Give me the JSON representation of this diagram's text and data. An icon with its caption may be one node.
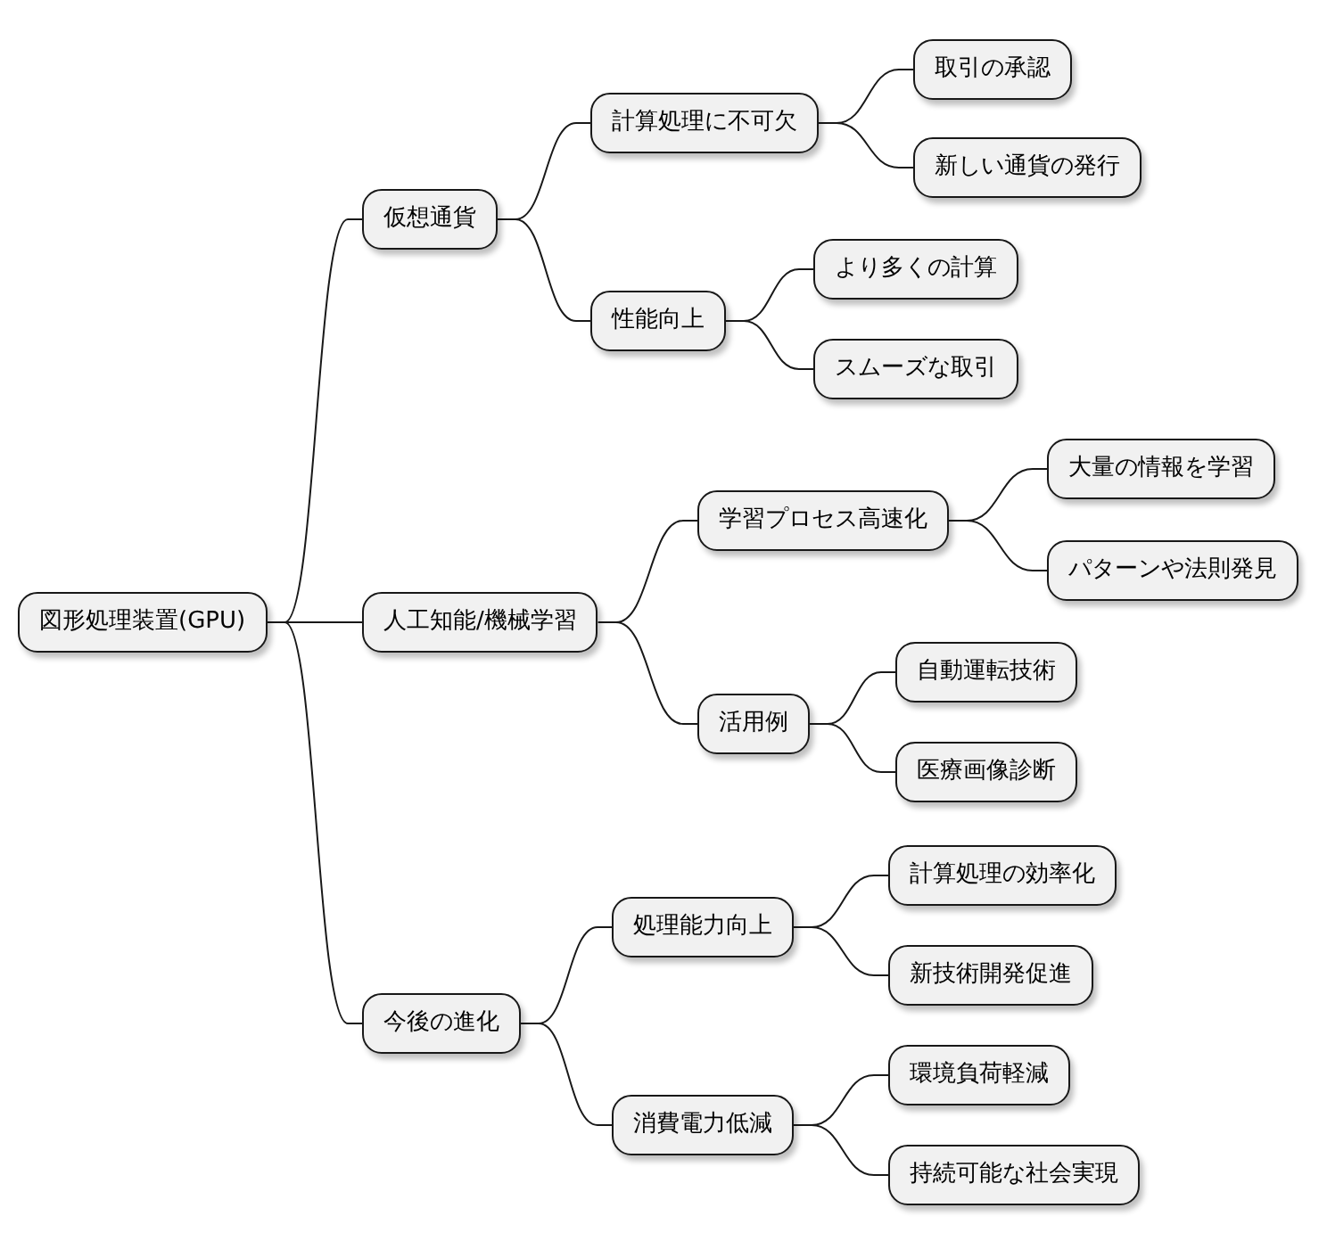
{
  "diagram": {
    "nodes": [
      {
        "text": [
          "図形処理装置(GPU)"
        ]
      },
      {
        "text": [
          "仮想通貨"
        ]
      },
      {
        "text": [
          "計算処理に不可欠"
        ]
      },
      {
        "text": [
          "取引の承認"
        ]
      },
      {
        "text": [
          "新しい通貨の発行"
        ]
      },
      {
        "text": [
          "性能向上"
        ]
      },
      {
        "text": [
          "より多くの計算"
        ]
      },
      {
        "text": [
          "スムーズな取引"
        ]
      },
      {
        "text": [
          "人工知能/機械学習"
        ]
      },
      {
        "text": [
          "学習プロセス高速化"
        ]
      },
      {
        "text": [
          "大量の情報を学習"
        ]
      },
      {
        "text": [
          "パターンや法則発見"
        ]
      },
      {
        "text": [
          "活用例"
        ]
      },
      {
        "text": [
          "自動運転技術"
        ]
      },
      {
        "text": [
          "医療画像診断"
        ]
      },
      {
        "text": [
          "今後の進化"
        ]
      },
      {
        "text": [
          "処理能力向上"
        ]
      },
      {
        "text": [
          "計算処理の効率化"
        ]
      },
      {
        "text": [
          "新技術開発促進"
        ]
      },
      {
        "text": [
          "消費電力低減"
        ]
      },
      {
        "text": [
          "環境負荷軽減"
        ]
      },
      {
        "text": [
          "持続可能な社会実現"
        ]
      }
    ],
    "edges": [
      {
        "from": 0,
        "to": 1,
        "arrow": "none"
      },
      {
        "from": 1,
        "to": 2,
        "arrow": "none"
      },
      {
        "from": 2,
        "to": 3,
        "arrow": "none"
      },
      {
        "from": 2,
        "to": 4,
        "arrow": "none"
      },
      {
        "from": 1,
        "to": 5,
        "arrow": "none"
      },
      {
        "from": 5,
        "to": 6,
        "arrow": "none"
      },
      {
        "from": 5,
        "to": 7,
        "arrow": "none"
      },
      {
        "from": 0,
        "to": 8,
        "arrow": "none"
      },
      {
        "from": 8,
        "to": 9,
        "arrow": "none"
      },
      {
        "from": 9,
        "to": 10,
        "arrow": "none"
      },
      {
        "from": 9,
        "to": 11,
        "arrow": "none"
      },
      {
        "from": 8,
        "to": 12,
        "arrow": "none"
      },
      {
        "from": 12,
        "to": 13,
        "arrow": "none"
      },
      {
        "from": 12,
        "to": 14,
        "arrow": "none"
      },
      {
        "from": 0,
        "to": 15,
        "arrow": "none"
      },
      {
        "from": 15,
        "to": 16,
        "arrow": "none"
      },
      {
        "from": 16,
        "to": 17,
        "arrow": "none"
      },
      {
        "from": 16,
        "to": 18,
        "arrow": "none"
      },
      {
        "from": 15,
        "to": 19,
        "arrow": "none"
      },
      {
        "from": 19,
        "to": 20,
        "arrow": "none"
      },
      {
        "from": 19,
        "to": 21,
        "arrow": "none"
      }
    ]
  }
}
